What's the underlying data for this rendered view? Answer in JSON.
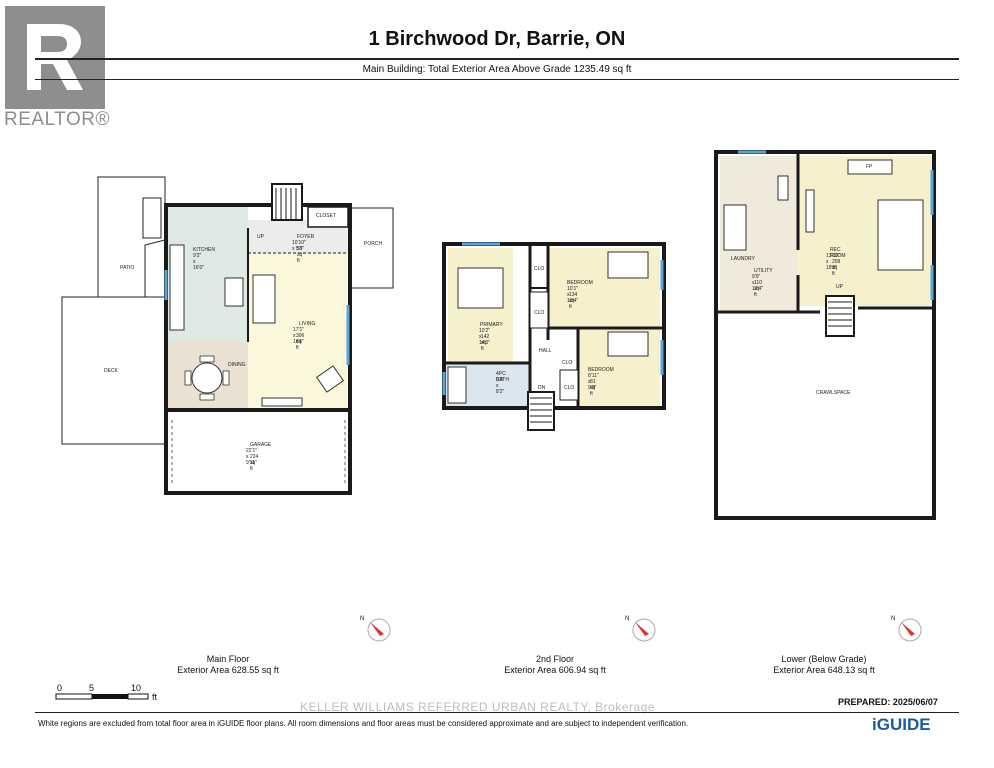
{
  "header": {
    "logo_text": "REALTOR®",
    "title": "1 Birchwood Dr, Barrie, ON",
    "subtitle": "Main Building: Total Exterior Area Above Grade 1235.49 sq ft"
  },
  "floors": [
    {
      "name": "Main Floor",
      "area": "Exterior Area 628.55 sq ft"
    },
    {
      "name": "2nd Floor",
      "area": "Exterior Area 606.94 sq ft"
    },
    {
      "name": "Lower (Below Grade)",
      "area": "Exterior Area 648.13 sq ft"
    }
  ],
  "main_floor_rooms": {
    "patio": "PATIO",
    "deck": "DECK",
    "kitchen": "KITCHEN",
    "kitchen_dim": "9'2\" x 16'0\"",
    "foyer": "FOYER",
    "foyer_dim": "10'10\" x 5'5\"",
    "foyer_area": "57 sq ft",
    "closet": "CLOSET",
    "porch": "PORCH",
    "up": "UP",
    "living": "LIVING",
    "living_dim": "17'1\" x 18'6\"",
    "living_area": "306 sq ft",
    "dining": "DINING",
    "garage": "GARAGE",
    "garage_dim": "22'1\" x 9'11\"",
    "garage_area": "224 sq ft"
  },
  "second_floor_rooms": {
    "primary": "PRIMARY",
    "primary_dim": "10'2\" x 14'0\"",
    "primary_area": "142 sq ft",
    "bedroom": "BEDROOM",
    "bedroom_dim": "10'1\" x 13'4\"",
    "bedroom_area": "134 sq ft",
    "bedroom2": "BEDROOM",
    "bedroom2_dim": "8'11\" x 9'0\"",
    "bedroom2_area": "81 sq ft",
    "bath": "4PC BATH",
    "bath_dim": "5'0\" x 8'2\"",
    "hall": "HALL",
    "clo": "CLO",
    "dn": "DN"
  },
  "lower_floor_rooms": {
    "laundry": "LAUNDRY",
    "utility": "UTILITY",
    "utility_dim": "9'9\" x 12'4\"",
    "utility_area": "110 sq ft",
    "rec_room": "REC ROOM",
    "rec_dim": "13'10\" x 18'8\"",
    "rec_area": "258 sq ft",
    "fp": "FP",
    "up": "UP",
    "crawlspace": "CRAWLSPACE"
  },
  "scale": {
    "t0": "0",
    "t5": "5",
    "t10": "10",
    "unit": "ft"
  },
  "compass_letter": "N",
  "footer": {
    "note": "White regions are excluded from total floor area in iGUIDE floor plans. All room dimensions and floor areas must be considered approximate and are subject to independent verification.",
    "prepared": "PREPARED: 2025/06/07",
    "watermark": "KELLER WILLIAMS REFERRED URBAN REALTY, Brokerage",
    "brand": "iGUIDE"
  },
  "colors": {
    "wall": "#1a1a1a",
    "living": "#fbf8dc",
    "kitchen": "#dde9e2",
    "dining": "#e9e2d3",
    "bedroom": "#f7f0cd",
    "utility": "#efeadb",
    "window": "#5aa7d6",
    "brand": "#1a5b9a"
  }
}
